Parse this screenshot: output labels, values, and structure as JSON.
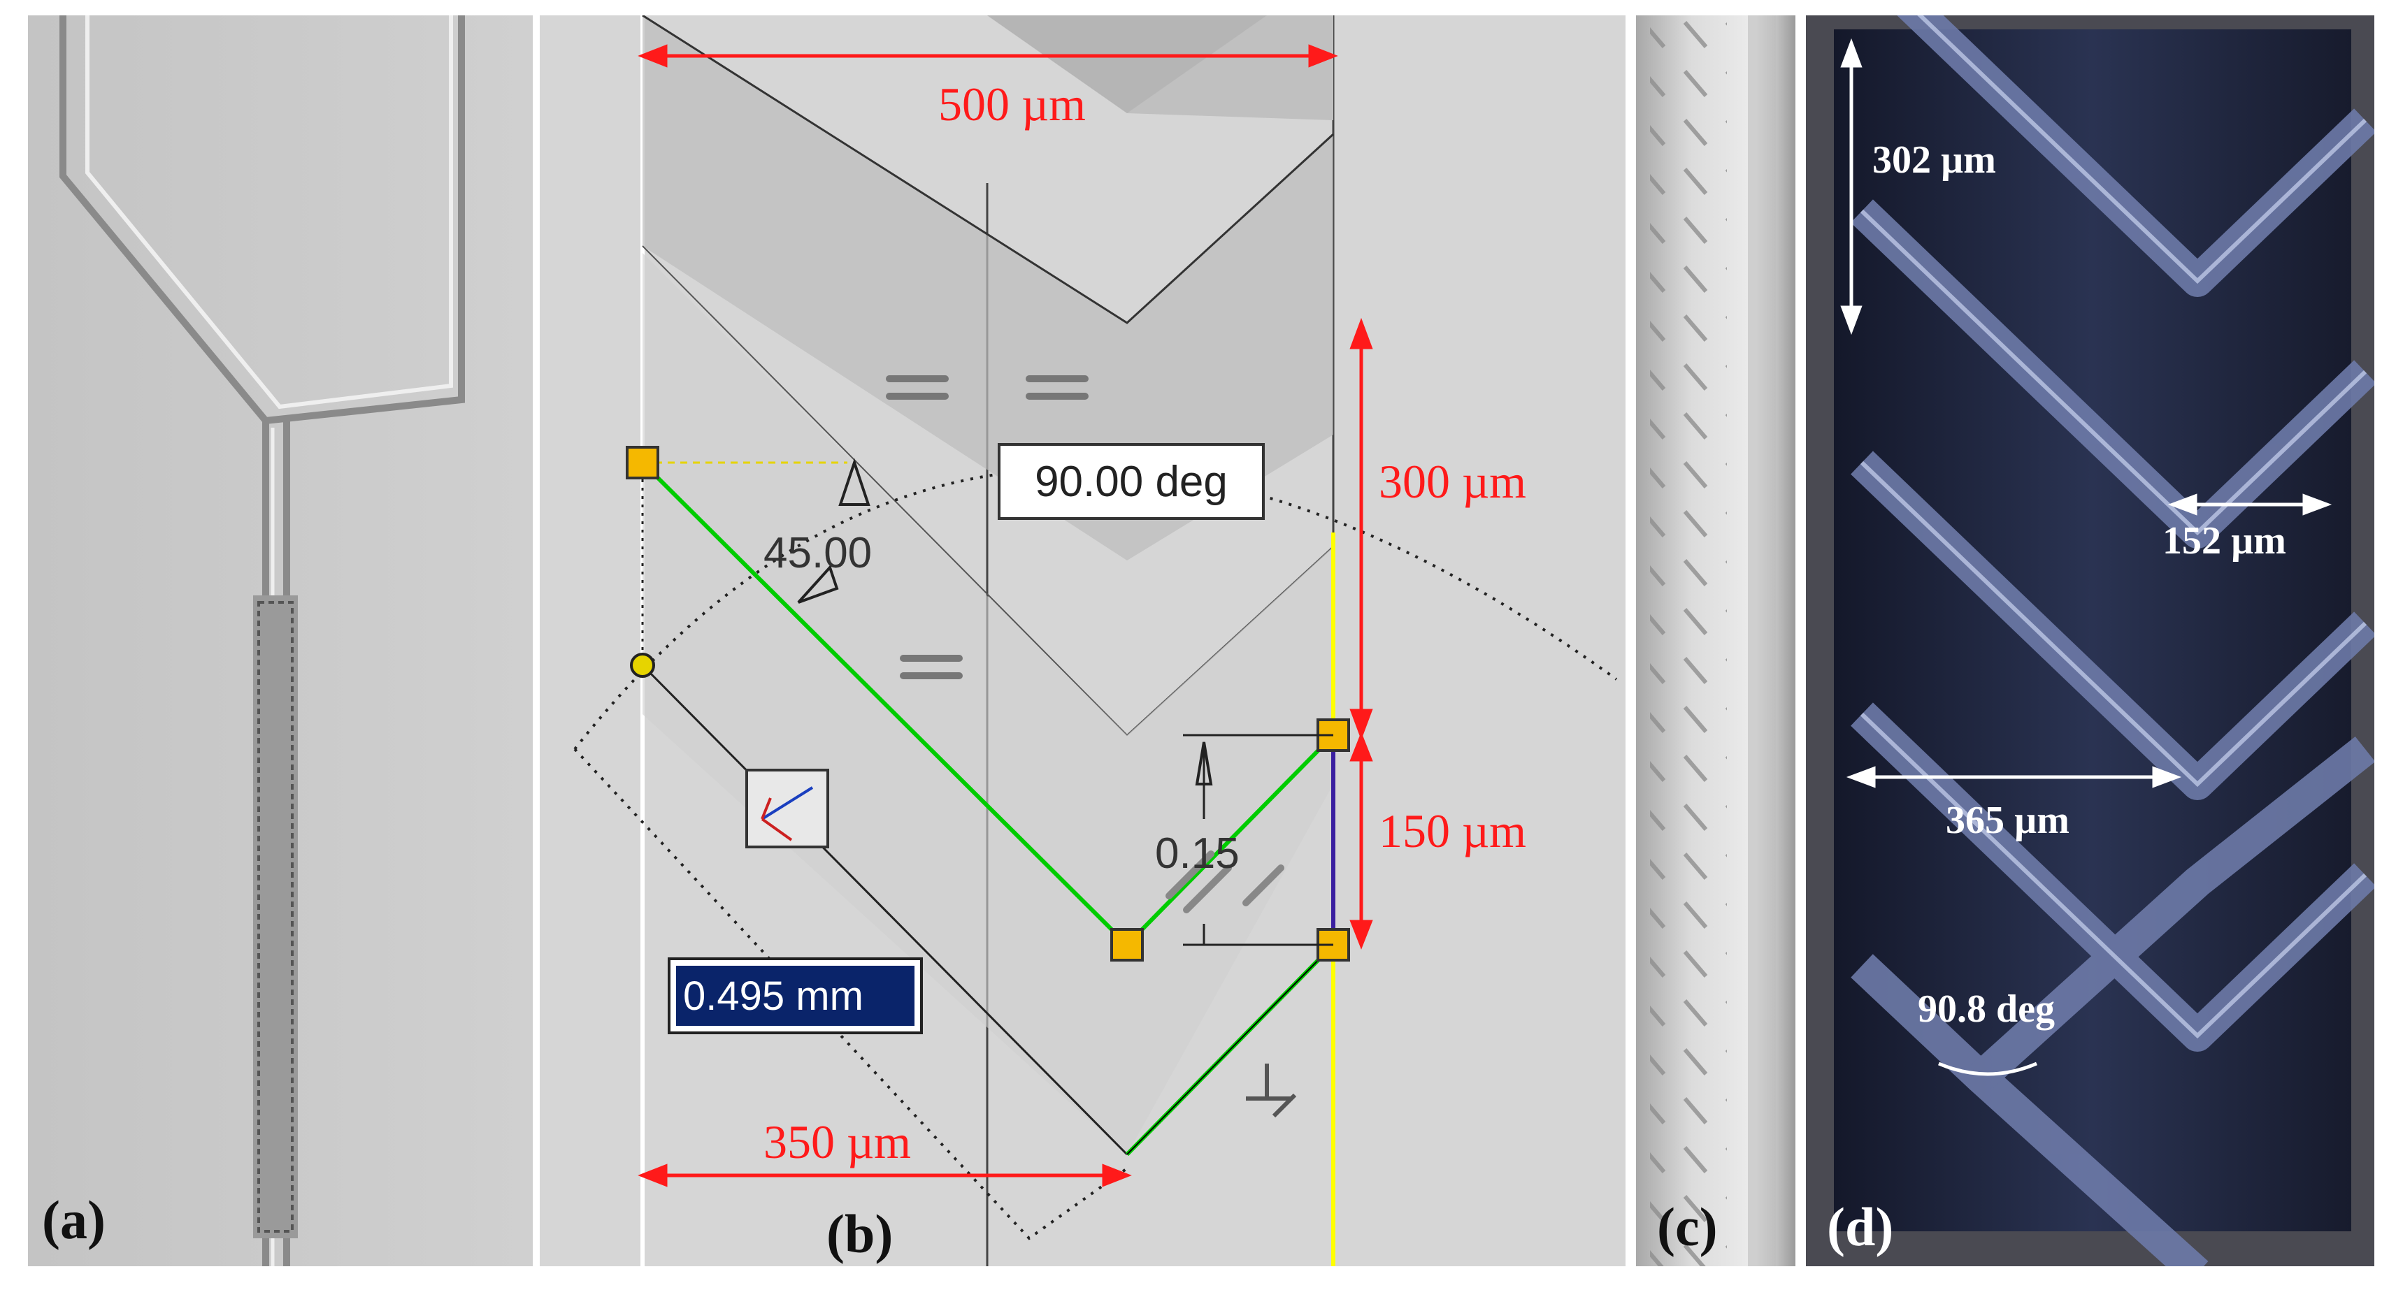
{
  "panels": {
    "a": {
      "label": "(a)"
    },
    "b": {
      "label": "(b)",
      "dims": {
        "top_width": "500 µm",
        "right_upper": "300 µm",
        "right_lower": "150 µm",
        "bottom_width": "350 µm"
      },
      "angle_box": "90.00 deg",
      "angle_value": "45.00",
      "offset_value": "0.15",
      "length_input": "0.495 mm"
    },
    "c": {
      "label": "(c)"
    },
    "d": {
      "label": "(d)",
      "dims": {
        "pitch": "302 µm",
        "groove_depth": "152 µm",
        "channel_width": "365 µm",
        "angle": "90.8 deg"
      }
    }
  },
  "colors": {
    "dimension": "#ff1a1a",
    "sketch_line": "#00cc00",
    "vertical_ref": "#ffff00",
    "selection": "#0a246a",
    "cad_bg": "#d4d4d4",
    "photo_bg": "#1a1f33"
  }
}
